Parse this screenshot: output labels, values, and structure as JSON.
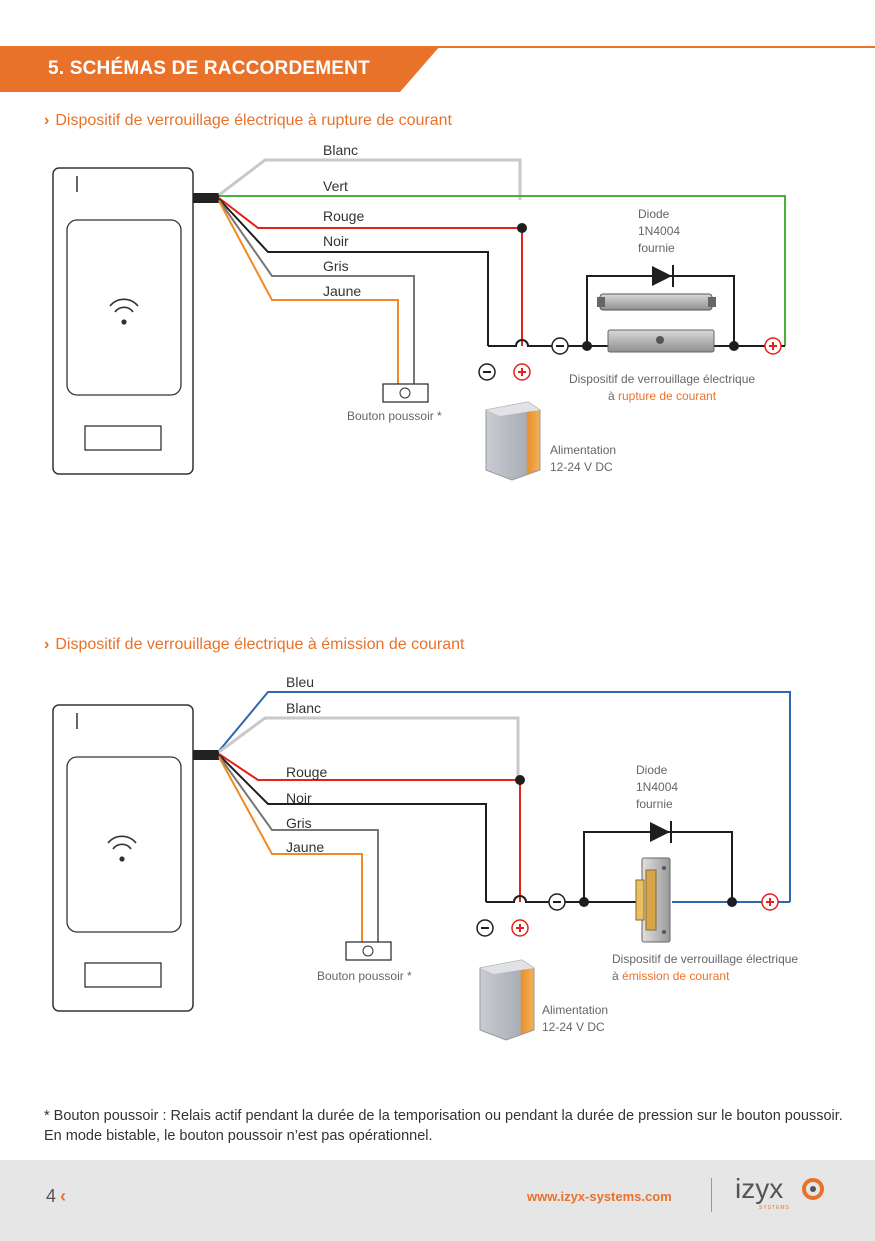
{
  "header": {
    "title": "5. SCHÉMAS DE RACCORDEMENT"
  },
  "section1": {
    "title": "Dispositif de verrouillage électrique à rupture de courant",
    "wires": {
      "blanc": "Blanc",
      "vert": "Vert",
      "rouge": "Rouge",
      "noir": "Noir",
      "gris": "Gris",
      "jaune": "Jaune"
    },
    "diode": [
      "Diode",
      "1N4004",
      "fournie"
    ],
    "button_label": "Bouton poussoir *",
    "lock_label_1": "Dispositif de verrouillage électrique",
    "lock_label_2a": "à ",
    "lock_label_2b": "rupture de courant",
    "psu": [
      "Alimentation",
      "12-24 V DC"
    ]
  },
  "section2": {
    "title": "Dispositif de verrouillage électrique à émission de courant",
    "wires": {
      "bleu": "Bleu",
      "blanc": "Blanc",
      "rouge": "Rouge",
      "noir": "Noir",
      "gris": "Gris",
      "jaune": "Jaune"
    },
    "diode": [
      "Diode",
      "1N4004",
      "fournie"
    ],
    "button_label": "Bouton poussoir *",
    "lock_label_1": "Dispositif de verrouillage électrique",
    "lock_label_2a": "à ",
    "lock_label_2b": "émission de courant",
    "psu": [
      "Alimentation",
      "12-24 V DC"
    ]
  },
  "footnote": "* Bouton poussoir : Relais actif pendant la durée de la temporisation ou pendant la durée de pression sur le bouton poussoir. En mode bistable, le bouton poussoir n’est pas opérationnel.",
  "footer": {
    "page": "4",
    "website": "www.izyx-systems.com",
    "logo_text": "izyx",
    "logo_sub": "SYSTEMS"
  },
  "colors": {
    "accent": "#e9722b",
    "red": "#e32219",
    "green": "#4caf3e",
    "blue": "#2f66b0",
    "black": "#1e1e1e",
    "grey": "#777777",
    "white_wire": "#c9c9c9",
    "orange_wire": "#f08a24"
  },
  "symbols": {
    "minus": "-",
    "plus": "+"
  }
}
